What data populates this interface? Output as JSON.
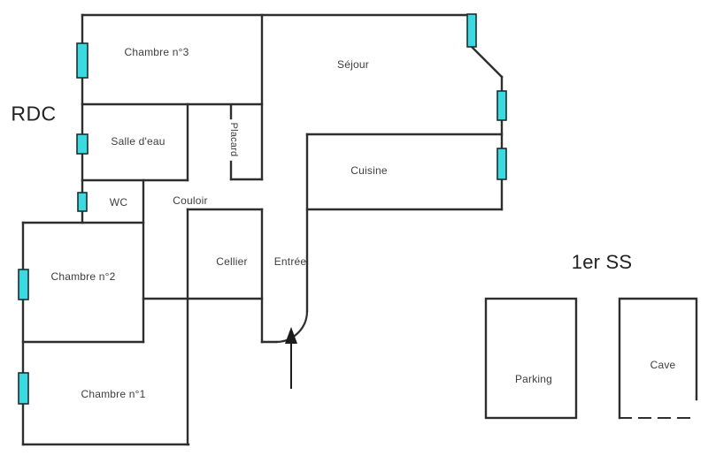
{
  "plan": {
    "floors": {
      "ground_floor": "RDC",
      "basement": "1er SS"
    },
    "rooms": {
      "chambre3": "Chambre n°3",
      "sejour": "Séjour",
      "salle_deau": "Salle d'eau",
      "placard": "Placard",
      "wc": "WC",
      "couloir": "Couloir",
      "cellier": "Cellier",
      "entree": "Entrée",
      "cuisine": "Cuisine",
      "chambre2": "Chambre n°2",
      "chambre1": "Chambre n°1"
    },
    "basement_rooms": {
      "parking": "Parking",
      "cave": "Cave"
    },
    "colors": {
      "wall": "#2e2e2e",
      "window_fill": "#3bd9e0",
      "window_border": "#1b2f31",
      "background": "#ffffff",
      "label_text": "#3d3d3d"
    }
  }
}
